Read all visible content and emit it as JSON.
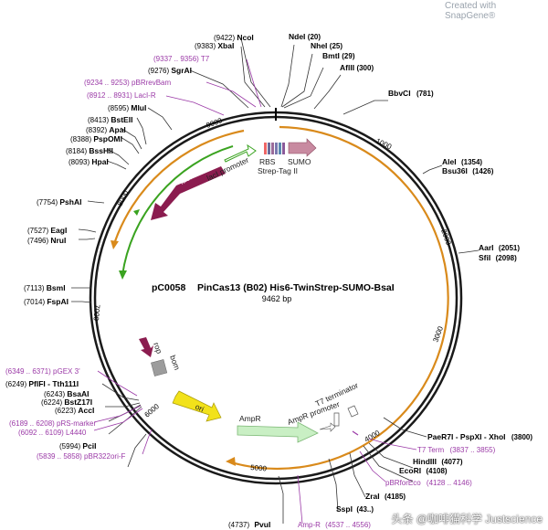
{
  "watermark": "Created with SnapGene®",
  "plasmid": {
    "name": "pC0058",
    "title": "PinCas13 (B02) His6-TwinStrep-SUMO-BsaI",
    "size_label": "9462 bp",
    "length": 9462
  },
  "colors": {
    "backbone": "#1a1a1a",
    "orf": "#d98a1b",
    "primer": "#9b3aa7",
    "lacI": "#8b1c4f",
    "promoter_green": "#3aa320",
    "ori": "#f2e21a",
    "ampr": "#c9efc4",
    "sumo": "#c88aa0",
    "bom": "#9c9c9c"
  },
  "ticks": [
    "1000",
    "2000",
    "3000",
    "4000",
    "5000",
    "6000",
    "7000",
    "8000",
    "9000"
  ],
  "sites": [
    {
      "name": "NdeI",
      "pos": "(20)"
    },
    {
      "name": "NheI",
      "pos": "(25)"
    },
    {
      "name": "BmtI",
      "pos": "(29)"
    },
    {
      "name": "AflII",
      "pos": "(300)"
    },
    {
      "name": "BbvCI",
      "pos": "(781)"
    },
    {
      "name": "AleI",
      "pos": "(1354)"
    },
    {
      "name": "Bsu36I",
      "pos": "(1426)"
    },
    {
      "name": "AarI",
      "pos": "(2051)"
    },
    {
      "name": "SfiI",
      "pos": "(2098)"
    },
    {
      "name": "PaeR7I - PspXI - XhoI",
      "pos": "(3800)"
    },
    {
      "name": "HindIII",
      "pos": "(4077)"
    },
    {
      "name": "EcoRI",
      "pos": "(4108)"
    },
    {
      "name": "ZraI",
      "pos": "(4185)"
    },
    {
      "name": "SspI",
      "pos": "(43..)"
    },
    {
      "name": "PvuI",
      "pos": "(4737)"
    },
    {
      "name": "PciI",
      "pos": "(5994)"
    },
    {
      "name": "AccI",
      "pos": "(6223)"
    },
    {
      "name": "BstZ17I",
      "pos": "(6224)"
    },
    {
      "name": "BsaAI",
      "pos": "(6243)"
    },
    {
      "name": "PflFI - Tth111I",
      "pos": "(6249)"
    },
    {
      "name": "FspAI",
      "pos": "(7014)"
    },
    {
      "name": "BsmI",
      "pos": "(7113)"
    },
    {
      "name": "NruI",
      "pos": "(7496)"
    },
    {
      "name": "EagI",
      "pos": "(7527)"
    },
    {
      "name": "PshAI",
      "pos": "(7754)"
    },
    {
      "name": "HpaI",
      "pos": "(8093)"
    },
    {
      "name": "BssHII",
      "pos": "(8184)"
    },
    {
      "name": "PspOMI",
      "pos": "(8388)"
    },
    {
      "name": "ApaI",
      "pos": "(8392)"
    },
    {
      "name": "BstEII",
      "pos": "(8413)"
    },
    {
      "name": "MluI",
      "pos": "(8595)"
    },
    {
      "name": "SgrAI",
      "pos": "(9276)"
    },
    {
      "name": "XbaI",
      "pos": "(9383)"
    },
    {
      "name": "NcoI",
      "pos": "(9422)"
    }
  ],
  "primers": [
    {
      "name": "T7",
      "pos": "(9337 .. 9356)"
    },
    {
      "name": "pBRrevBam",
      "pos": "(9234 .. 9253)"
    },
    {
      "name": "LacI-R",
      "pos": "(8912 .. 8931)"
    },
    {
      "name": "pGEX 3'",
      "pos": "(6349 .. 6371)"
    },
    {
      "name": "pRS-marker",
      "pos": "(6189 .. 6208)"
    },
    {
      "name": "L4440",
      "pos": "(6092 .. 6109)"
    },
    {
      "name": "pBR322ori-F",
      "pos": "(5839 .. 5858)"
    },
    {
      "name": "T7 Term",
      "pos": "(3837 .. 3855)"
    },
    {
      "name": "pBRforEco",
      "pos": "(4128 .. 4146)"
    },
    {
      "name": "Amp-R",
      "pos": "(4537 .. 4556)"
    }
  ],
  "features": {
    "rbs": "RBS",
    "sumo": "SUMO",
    "strep": "Strep-Tag II",
    "lacI": "lacI",
    "lacI_promoter": "lacI promoter",
    "rop": "rop",
    "bom": "bom",
    "ori": "ori",
    "ampr": "AmpR",
    "ampr_promoter": "AmpR promoter",
    "t7_terminator": "T7 terminator"
  },
  "footer": "头条 @咖啡猫科学 Justscience"
}
